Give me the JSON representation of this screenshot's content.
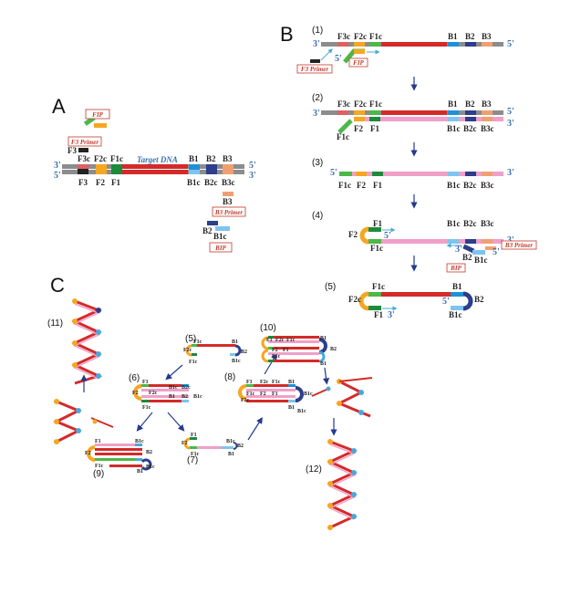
{
  "panels": {
    "a": "A",
    "b": "B",
    "c": "C"
  },
  "ends": {
    "three": "3'",
    "five": "5'"
  },
  "labels": {
    "F3": "F3",
    "F2": "F2",
    "F1": "F1",
    "F3c": "F3c",
    "F2c": "F2c",
    "F1c": "F1c",
    "B1": "B1",
    "B2": "B2",
    "B3": "B3",
    "B1c": "B1c",
    "B2c": "B2c",
    "B3c": "B3c"
  },
  "primers": {
    "fip": "FIP",
    "bip": "BIP",
    "f3": "F3 Primer",
    "b3": "B3 Primer"
  },
  "target": "Target DNA",
  "steps": [
    "(1)",
    "(2)",
    "(3)",
    "(4)",
    "(5)",
    "(6)",
    "(7)",
    "(8)",
    "(9)",
    "(10)",
    "(11)",
    "(12)"
  ],
  "colors": {
    "target": "#d42a2a",
    "targetc": "#f0a0c8",
    "backbone": "#8c8c8c",
    "f3": "#222222",
    "f2": "#f5a623",
    "f1": "#1e8a3c",
    "f1c": "#4cb848",
    "f3c": "#e06060",
    "b1": "#1e90d8",
    "b1c": "#7fc4ef",
    "b2": "#2c3e8c",
    "b3": "#f0a070",
    "primerArrow": "#4aa8d8",
    "flow": "#233a8c"
  }
}
